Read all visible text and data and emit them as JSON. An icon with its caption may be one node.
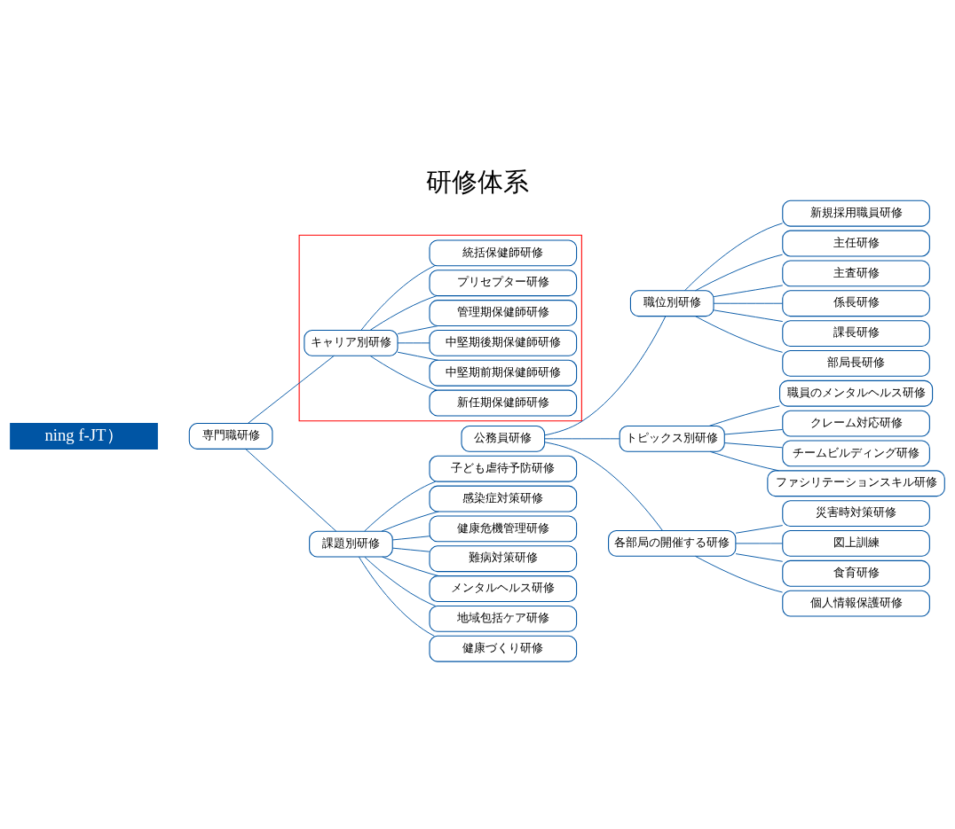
{
  "diagram": {
    "title": "研修体系",
    "nodes": [
      {
        "text": [
          "ning f-JT）"
        ]
      },
      {
        "text": [],
        "shape": "box"
      },
      {
        "text": [
          "専門職研修"
        ]
      },
      {
        "text": [
          "キャリア別研修"
        ],
        "in": 1
      },
      {
        "text": [
          "新任期保健師研修"
        ],
        "in": 1
      },
      {
        "text": [
          "中堅期前期保健師研修"
        ],
        "in": 1
      },
      {
        "text": [
          "中堅期後期保健師研修"
        ],
        "in": 1
      },
      {
        "text": [
          "管理期保健師研修"
        ],
        "in": 1
      },
      {
        "text": [
          "プリセプター研修"
        ],
        "in": 1
      },
      {
        "text": [
          "統括保健師研修"
        ],
        "in": 1
      },
      {
        "text": [
          "課題別研修"
        ]
      },
      {
        "text": [
          "子ども虐待予防研修"
        ]
      },
      {
        "text": [
          "感染症対策研修"
        ]
      },
      {
        "text": [
          "健康危機管理研修"
        ]
      },
      {
        "text": [
          "難病対策研修"
        ]
      },
      {
        "text": [
          "メンタルヘルス研修"
        ]
      },
      {
        "text": [
          "地域包括ケア研修"
        ]
      },
      {
        "text": [
          "健康づくり研修"
        ]
      },
      {
        "text": [
          "公務員研修"
        ]
      },
      {
        "text": [
          "職位別研修"
        ]
      },
      {
        "text": [
          "新規採用職員研修"
        ]
      },
      {
        "text": [
          "主任研修"
        ]
      },
      {
        "text": [
          "主査研修"
        ]
      },
      {
        "text": [
          "係長研修"
        ]
      },
      {
        "text": [
          "課長研修"
        ]
      },
      {
        "text": [
          "部局長研修"
        ]
      },
      {
        "text": [
          "トピックス別研修"
        ]
      },
      {
        "text": [
          "職員のメンタルヘルス研修"
        ]
      },
      {
        "text": [
          "クレーム対応研修"
        ]
      },
      {
        "text": [
          "チームビルディング研修"
        ]
      },
      {
        "text": [
          "ファシリテーションスキル研修"
        ]
      },
      {
        "text": [
          "各部局の開催する研修"
        ]
      },
      {
        "text": [
          "災害時対策研修"
        ]
      },
      {
        "text": [
          "図上訓練"
        ]
      },
      {
        "text": [
          "食育研修"
        ]
      },
      {
        "text": [
          "個人情報保護研修"
        ]
      }
    ],
    "edges": [
      {
        "from": 2,
        "to": 3,
        "arrow": "none"
      },
      {
        "from": 3,
        "to": 4,
        "arrow": "none"
      },
      {
        "from": 3,
        "to": 5,
        "arrow": "none"
      },
      {
        "from": 3,
        "to": 6,
        "arrow": "none"
      },
      {
        "from": 3,
        "to": 7,
        "arrow": "none"
      },
      {
        "from": 3,
        "to": 8,
        "arrow": "none"
      },
      {
        "from": 3,
        "to": 9,
        "arrow": "none"
      },
      {
        "from": 2,
        "to": 10,
        "arrow": "none"
      },
      {
        "from": 10,
        "to": 11,
        "arrow": "none"
      },
      {
        "from": 10,
        "to": 12,
        "arrow": "none"
      },
      {
        "from": 10,
        "to": 13,
        "arrow": "none"
      },
      {
        "from": 10,
        "to": 14,
        "arrow": "none"
      },
      {
        "from": 10,
        "to": 15,
        "arrow": "none"
      },
      {
        "from": 10,
        "to": 16,
        "arrow": "none"
      },
      {
        "from": 10,
        "to": 17,
        "arrow": "none"
      },
      {
        "from": 18,
        "to": 19,
        "arrow": "none"
      },
      {
        "from": 19,
        "to": 20,
        "arrow": "none"
      },
      {
        "from": 19,
        "to": 21,
        "arrow": "none"
      },
      {
        "from": 19,
        "to": 22,
        "arrow": "none"
      },
      {
        "from": 19,
        "to": 23,
        "arrow": "none"
      },
      {
        "from": 19,
        "to": 24,
        "arrow": "none"
      },
      {
        "from": 19,
        "to": 25,
        "arrow": "none"
      },
      {
        "from": 18,
        "to": 26,
        "arrow": "none"
      },
      {
        "from": 26,
        "to": 27,
        "arrow": "none"
      },
      {
        "from": 26,
        "to": 28,
        "arrow": "none"
      },
      {
        "from": 26,
        "to": 29,
        "arrow": "none"
      },
      {
        "from": 26,
        "to": 30,
        "arrow": "none"
      },
      {
        "from": 18,
        "to": 31,
        "arrow": "none"
      },
      {
        "from": 31,
        "to": 32,
        "arrow": "none"
      },
      {
        "from": 31,
        "to": 33,
        "arrow": "none"
      },
      {
        "from": 31,
        "to": 34,
        "arrow": "none"
      },
      {
        "from": 31,
        "to": 35,
        "arrow": "none"
      }
    ]
  }
}
